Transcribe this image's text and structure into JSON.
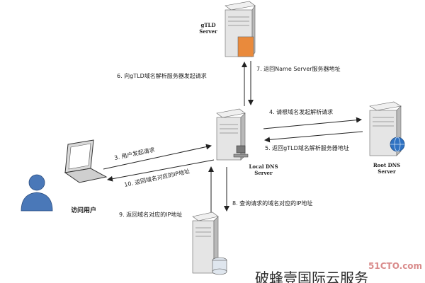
{
  "nodes": {
    "gtld": {
      "line1": "gTLD",
      "line2": "Server"
    },
    "local": {
      "line1": "Local DNS",
      "line2": "Server"
    },
    "root": {
      "line1": "Root DNS",
      "line2": "Server"
    },
    "user": {
      "label": "访问用户"
    }
  },
  "steps": {
    "s3": "3. 用户发起请求",
    "s4": "4. 请根域名发起解析请求",
    "s5": "5. 返回gTLD域名解析服务器地址",
    "s6": "6. 向gTLD域名解析服务器发起请求",
    "s7": "7. 返回Name Server服务器地址",
    "s8": "8. 查询请求的域名对应的IP地址",
    "s9": "9. 返回域名对应的IP地址",
    "s10": "10. 返回域名对应的IP地址"
  },
  "watermark": {
    "site": "51CTO.com",
    "brand": "破蜂壹国际云服务"
  },
  "colors": {
    "server_body": "#e5e5e5",
    "server_shade": "#b9b9b9",
    "accent_orange": "#e98a3c",
    "globe_blue": "#2f72c2",
    "person_blue": "#4a78b8",
    "line": "#222222"
  },
  "icons": [
    "server-icon",
    "laptop-icon",
    "person-icon",
    "globe-icon",
    "database-icon"
  ]
}
